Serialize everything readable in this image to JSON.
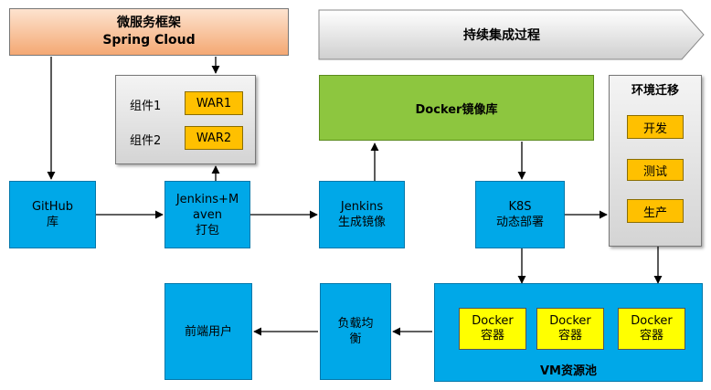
{
  "microservice": {
    "line1": "微服务框架",
    "line2": "Spring Cloud"
  },
  "ci_banner": "持续集成过程",
  "components": {
    "items": [
      {
        "label": "组件1",
        "war": "WAR1"
      },
      {
        "label": "组件2",
        "war": "WAR2"
      }
    ]
  },
  "docker_registry": "Docker镜像库",
  "env_migration": {
    "title": "环境迁移",
    "stages": [
      "开发",
      "测试",
      "生产"
    ]
  },
  "github": {
    "line1": "GitHub",
    "line2": "库"
  },
  "jenkins_maven": {
    "line1": "Jenkins+M",
    "line2": "aven",
    "line3": "打包"
  },
  "jenkins_image": {
    "line1": "Jenkins",
    "line2": "生成镜像"
  },
  "k8s": {
    "line1": "K8S",
    "line2": "动态部署"
  },
  "frontend_user": "前端用户",
  "load_balancer": {
    "line1": "负载均",
    "line2": "衡"
  },
  "vm_pool": {
    "title": "VM资源池",
    "containers": [
      {
        "line1": "Docker",
        "line2": "容器"
      },
      {
        "line1": "Docker",
        "line2": "容器"
      },
      {
        "line1": "Docker",
        "line2": "容器"
      }
    ]
  },
  "colors": {
    "blue": "#00a8e8",
    "green": "#8dc63f",
    "orange_gradient": "#f9c79e",
    "war_yellow": "#ffc000",
    "container_yellow": "#ffff00"
  }
}
